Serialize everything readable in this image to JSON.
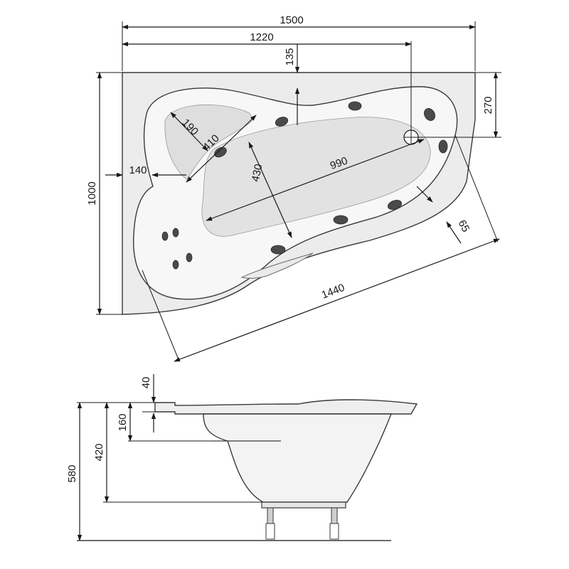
{
  "plan_view": {
    "dimensions": {
      "total_width": "1500",
      "drain_offset": "1220",
      "top_offset": "135",
      "right_offset": "270",
      "total_depth": "1000",
      "seat_offset": "140",
      "headrest_width": "190",
      "headrest_length": "410",
      "basin_width": "430",
      "basin_length": "990",
      "diagonal_length": "1440",
      "rim_width": "65"
    }
  },
  "side_view": {
    "dimensions": {
      "rim_thickness": "40",
      "seat_depth": "160",
      "basin_depth": "420",
      "total_height": "580"
    }
  },
  "colors": {
    "ink": "#1a1a1a",
    "deck": "#ececec",
    "basin": "#f5f5f5",
    "inner": "#e4e4e4",
    "jet": "#4a4a4a"
  }
}
